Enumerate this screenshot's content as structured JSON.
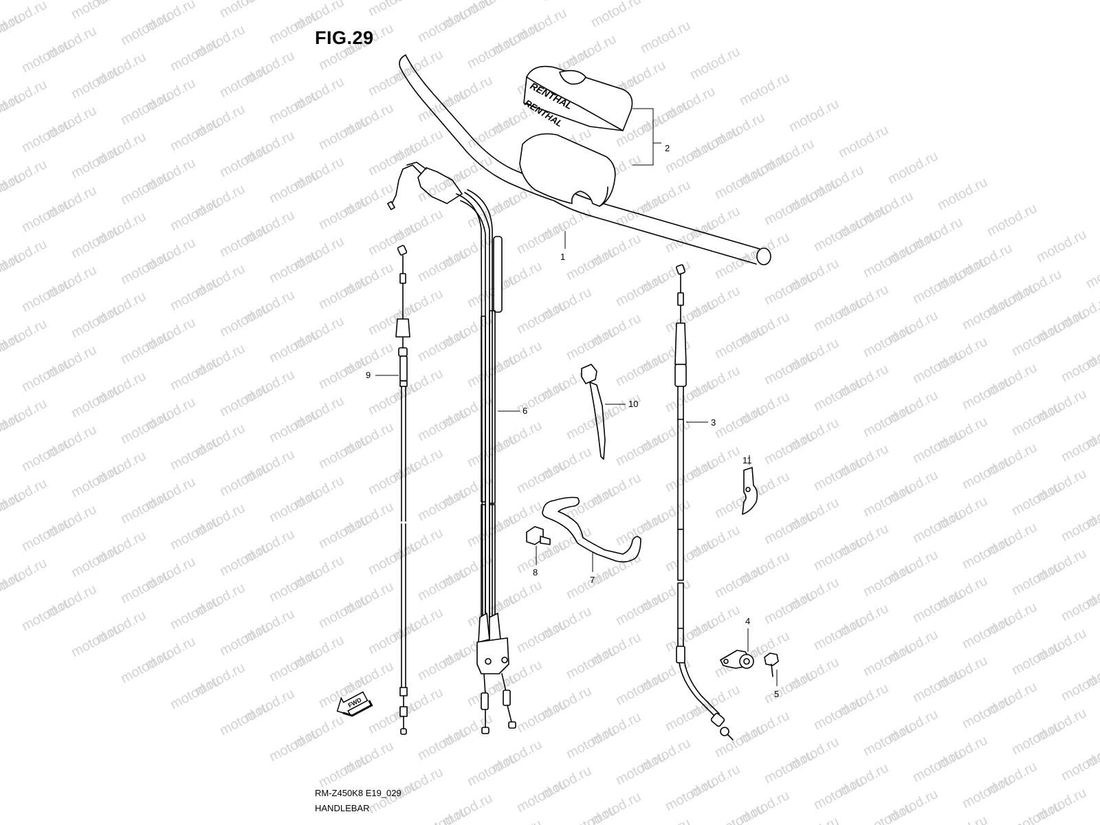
{
  "figure": {
    "title": "FIG.29",
    "model_code": "RM-Z450K8 E19_029",
    "section_name": "HANDLEBAR"
  },
  "watermark": {
    "text": "motod.ru",
    "color": "#d2d2d2"
  },
  "pad_brand": "RENTHAL",
  "fwd_label": "FWD",
  "callouts": [
    "1",
    "2",
    "3",
    "4",
    "5",
    "6",
    "7",
    "8",
    "9",
    "10",
    "11"
  ],
  "icons": {
    "direction": "fwd-arrow-icon"
  }
}
